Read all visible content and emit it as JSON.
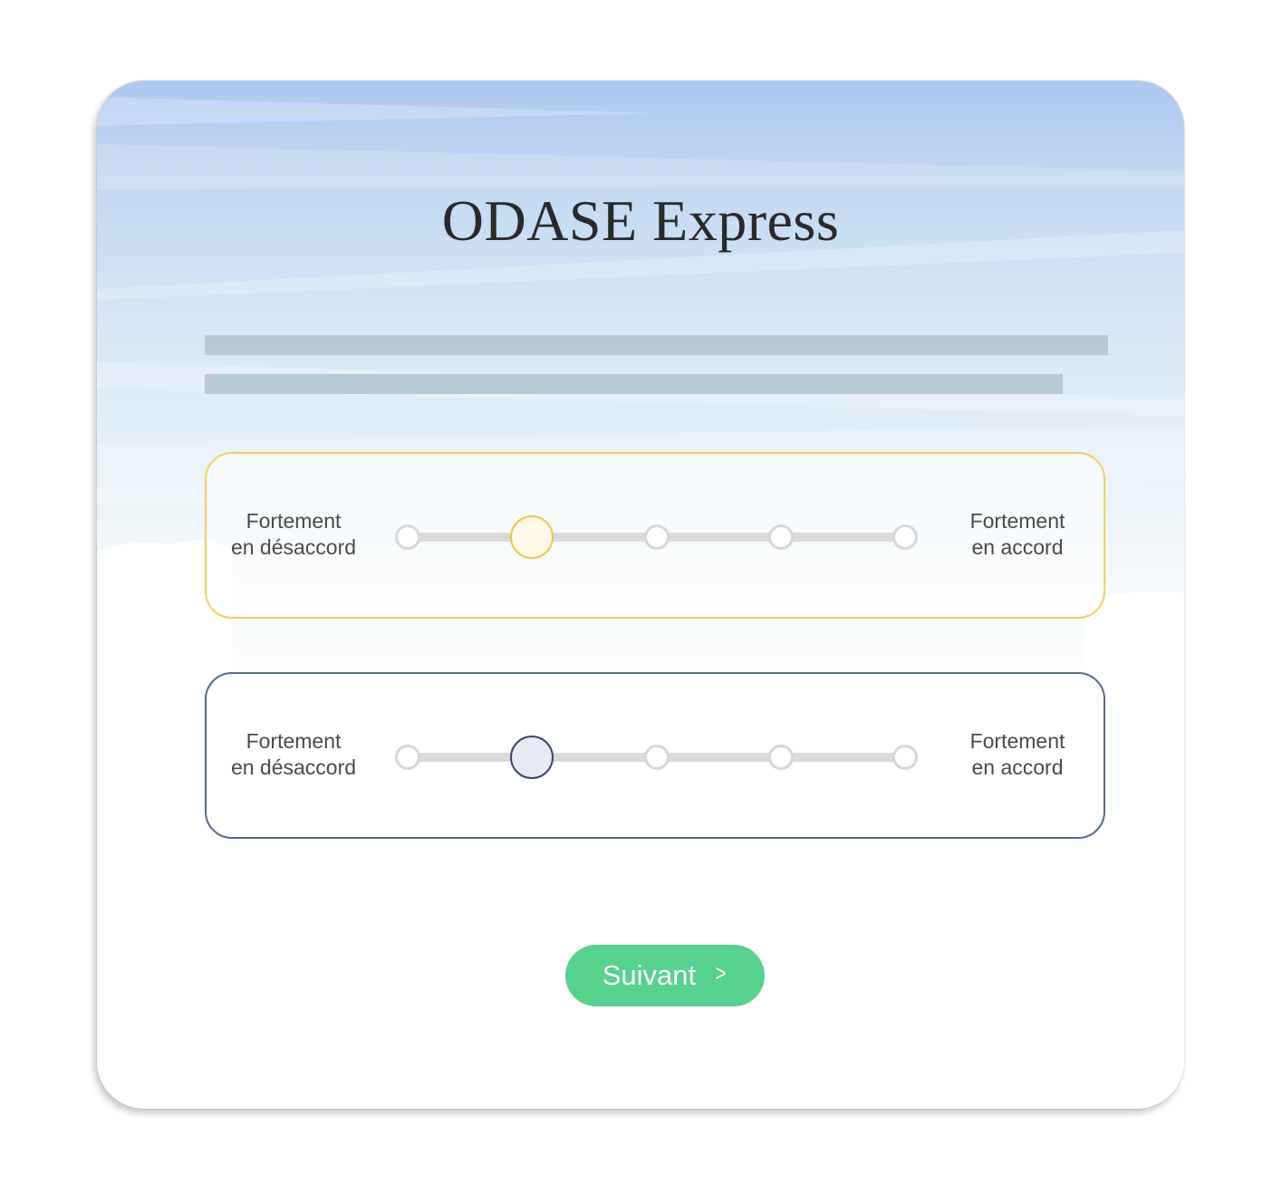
{
  "app": {
    "title": "ODASE Express"
  },
  "question_lines": [
    "",
    ""
  ],
  "likert_items": [
    {
      "left_label": [
        "Fortement",
        "en désaccord"
      ],
      "right_label": [
        "Fortement",
        "en accord"
      ],
      "options": 5,
      "selected_index": 1,
      "accent_color": "#f0cf63"
    },
    {
      "left_label": [
        "Fortement",
        "en désaccord"
      ],
      "right_label": [
        "Fortement",
        "en accord"
      ],
      "options": 5,
      "selected_index": 1,
      "accent_color": "#56698d"
    }
  ],
  "next_button": {
    "label": "Suivant",
    "icon": "chevron-right-icon",
    "color": "#56d18e"
  },
  "colors": {
    "sky_top": "#aec7ef",
    "placeholder": "#b8cad2",
    "track": "#dadada"
  }
}
